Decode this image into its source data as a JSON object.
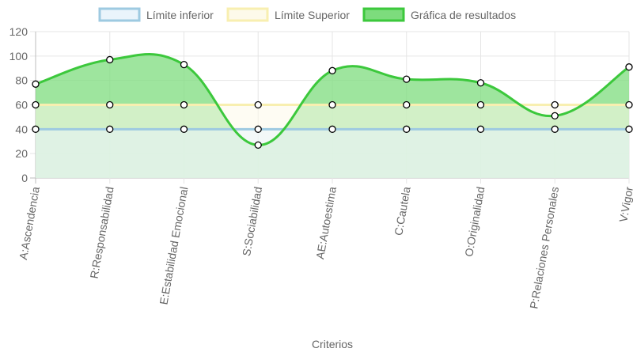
{
  "chart_data": {
    "type": "line",
    "xlabel": "Criterios",
    "ylabel": "",
    "ylim": [
      0,
      120
    ],
    "yticks": [
      0,
      20,
      40,
      60,
      80,
      100,
      120
    ],
    "grid": true,
    "legend_position": "top",
    "categories": [
      "A:Ascendencia",
      "R:Responsabilidad",
      "E:Estabilidad Emocional",
      "S:Sociabilidad",
      "AE:Autoestima",
      "C:Cautela",
      "O:Originalidad",
      "P:Relaciones Personales",
      "V:Vigor"
    ],
    "series": [
      {
        "name": "Límite inferior",
        "values": [
          40,
          40,
          40,
          40,
          40,
          40,
          40,
          40,
          40
        ],
        "line_color": "#9ecae1",
        "fill_color": "#eaf4fb"
      },
      {
        "name": "Límite Superior",
        "values": [
          60,
          60,
          60,
          60,
          60,
          60,
          60,
          60,
          60
        ],
        "line_color": "#f8efb0",
        "fill_color": "#fdfaea"
      },
      {
        "name": "Gráfica de resultados",
        "values": [
          77,
          97,
          93,
          27,
          88,
          81,
          78,
          51,
          91
        ],
        "line_color": "#3cc83c",
        "fill_color": "#7ddc7d"
      }
    ]
  }
}
